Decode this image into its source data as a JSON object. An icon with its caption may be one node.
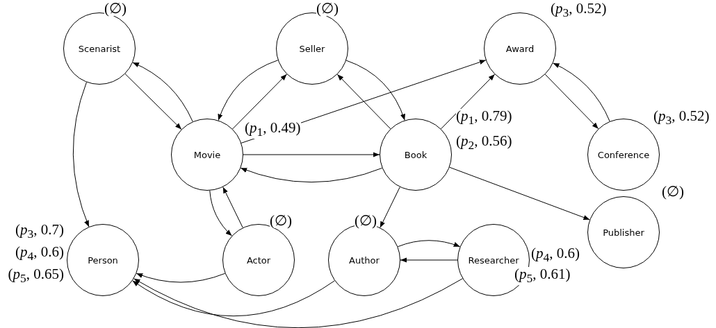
{
  "diagram": {
    "nodes": [
      {
        "text": [
          "Scenarist"
        ],
        "beside": [
          "(∅)"
        ]
      },
      {
        "text": [
          "Seller"
        ],
        "beside": [
          "(∅)"
        ]
      },
      {
        "text": [
          "Award"
        ],
        "beside": [
          "(*p*$_{3}$, 0.52)"
        ]
      },
      {
        "text": [
          "Movie"
        ],
        "beside": [
          "(*p*$_{1}$, 0.49)"
        ]
      },
      {
        "text": [
          "Book"
        ],
        "beside": [
          "(*p*$_{1}$, 0.79)",
          "(*p*$_{2}$, 0.56)"
        ]
      },
      {
        "text": [
          "Conference"
        ],
        "beside": [
          "(*p*$_{3}$, 0.52)"
        ]
      },
      {
        "text": [
          "Person"
        ],
        "beside": [
          "(*p*$_{3}$, 0.7)",
          "(*p*$_{4}$, 0.6)",
          "(*p*$_{5}$, 0.65)"
        ]
      },
      {
        "text": [
          "Actor"
        ],
        "beside": [
          "(∅)"
        ]
      },
      {
        "text": [
          "Author"
        ],
        "beside": [
          "(∅)"
        ]
      },
      {
        "text": [
          "Researcher"
        ],
        "beside": [
          "(*p*$_{4}$, 0.6)",
          "(*p*$_{5}$, 0.61)"
        ]
      },
      {
        "text": [
          "Publisher"
        ],
        "beside": [
          "(∅)"
        ]
      }
    ],
    "edges": [
      {
        "from": 3,
        "to": 0,
        "arrow": "to"
      },
      {
        "from": 0,
        "to": 3,
        "arrow": "to"
      },
      {
        "from": 0,
        "to": 6,
        "arrow": "to"
      },
      {
        "from": 1,
        "to": 3,
        "arrow": "to"
      },
      {
        "from": 3,
        "to": 1,
        "arrow": "to"
      },
      {
        "from": 3,
        "to": 2,
        "arrow": "to"
      },
      {
        "from": 1,
        "to": 4,
        "arrow": "to"
      },
      {
        "from": 4,
        "to": 1,
        "arrow": "to"
      },
      {
        "from": 4,
        "to": 2,
        "arrow": "to"
      },
      {
        "from": 2,
        "to": 5,
        "arrow": "to"
      },
      {
        "from": 5,
        "to": 2,
        "arrow": "to"
      },
      {
        "from": 3,
        "to": 4,
        "arrow": "to"
      },
      {
        "from": 4,
        "to": 3,
        "arrow": "to"
      },
      {
        "from": 3,
        "to": 7,
        "arrow": "to"
      },
      {
        "from": 7,
        "to": 3,
        "arrow": "to"
      },
      {
        "from": 4,
        "to": 8,
        "arrow": "to"
      },
      {
        "from": 4,
        "to": 10,
        "arrow": "to"
      },
      {
        "from": 8,
        "to": 9,
        "arrow": "to"
      },
      {
        "from": 9,
        "to": 8,
        "arrow": "to"
      },
      {
        "from": 7,
        "to": 6,
        "arrow": "to"
      },
      {
        "from": 8,
        "to": 6,
        "arrow": "to"
      },
      {
        "from": 9,
        "to": 6,
        "arrow": "to"
      }
    ]
  }
}
